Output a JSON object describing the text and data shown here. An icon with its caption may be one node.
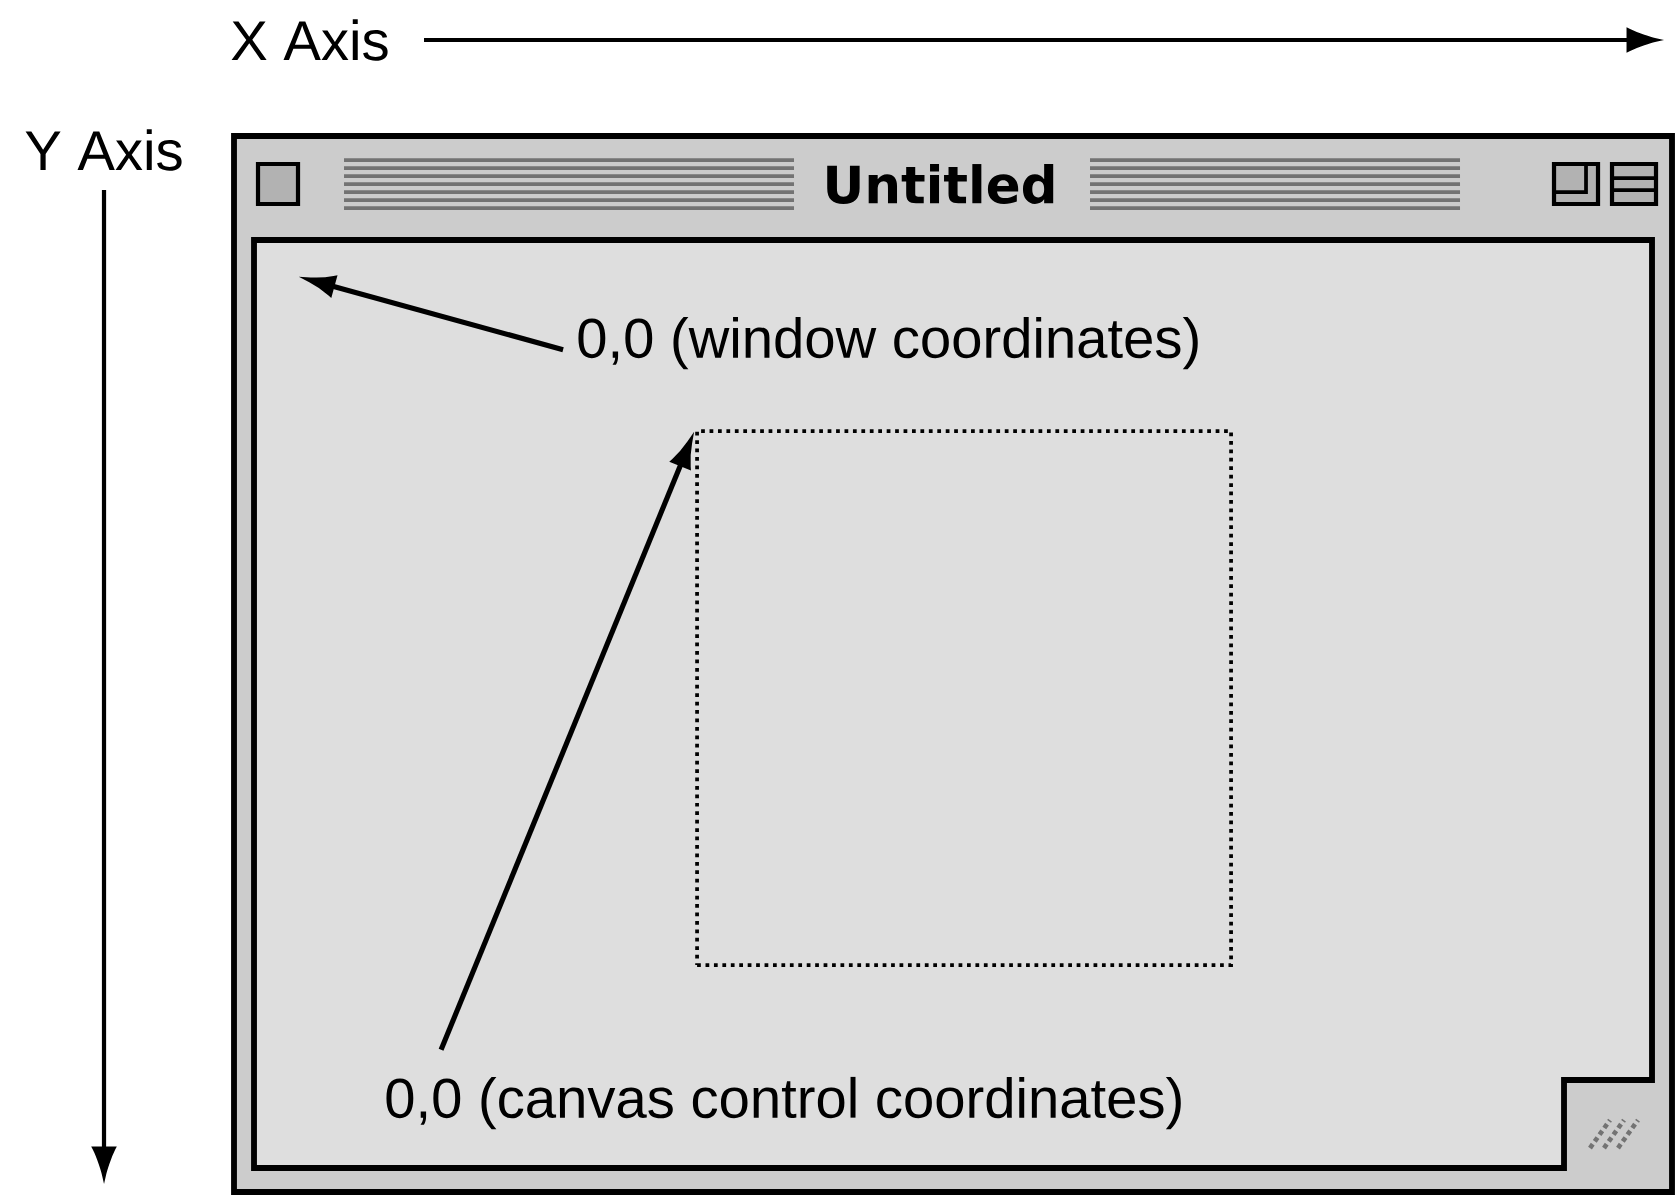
{
  "diagram": {
    "nodes": [
      {
        "text": [
          "Untitled"
        ]
      },
      {
        "text": [
          "0,0 (window coordinates)"
        ],
        "in": 0
      },
      {
        "text": [],
        "shape": "box",
        "in": 0
      },
      {
        "text": [
          "0,0 (canvas control coordinates)"
        ],
        "in": 0
      }
    ],
    "edges": [
      {
        "from": 1,
        "to": null,
        "arrow": "to"
      },
      {
        "from": 3,
        "to": 2,
        "arrow": "to"
      }
    ],
    "labels": [
      "X Axis",
      "Y Axis"
    ]
  }
}
